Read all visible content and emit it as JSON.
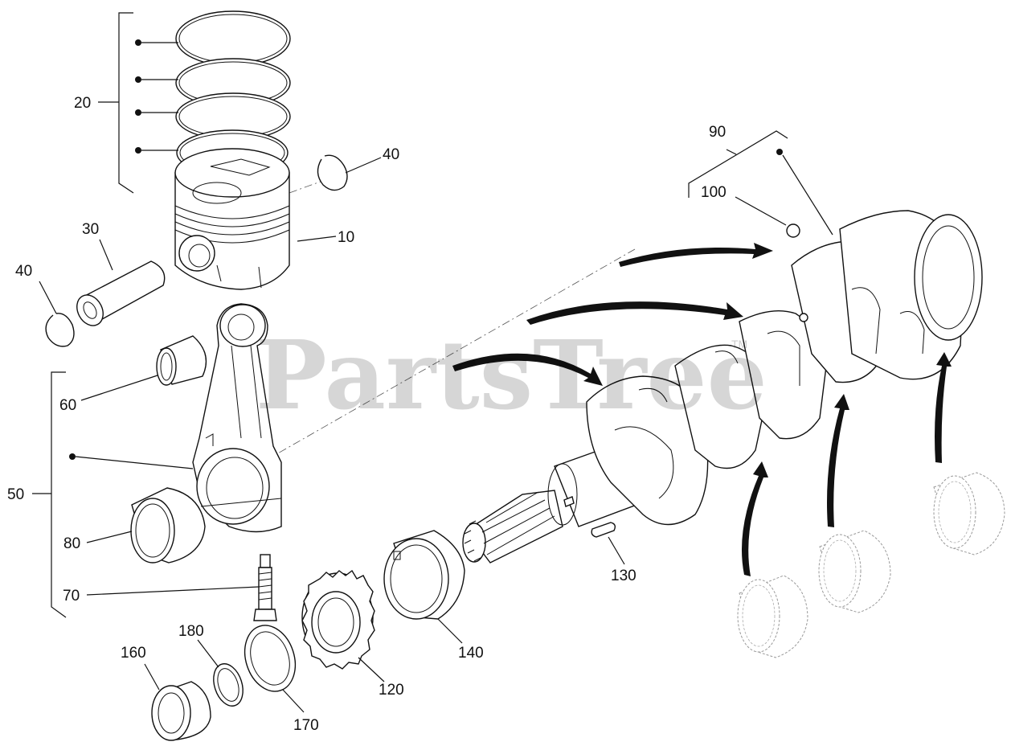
{
  "diagram": {
    "callouts": {
      "c10": "10",
      "c20": "20",
      "c30": "30",
      "c40a": "40",
      "c40b": "40",
      "c50": "50",
      "c60": "60",
      "c70": "70",
      "c80": "80",
      "c90": "90",
      "c100": "100",
      "c120": "120",
      "c130": "130",
      "c140": "140",
      "c160": "160",
      "c170": "170",
      "c180": "180"
    },
    "watermark": {
      "text": "PartsTree",
      "tm": "TM"
    }
  }
}
